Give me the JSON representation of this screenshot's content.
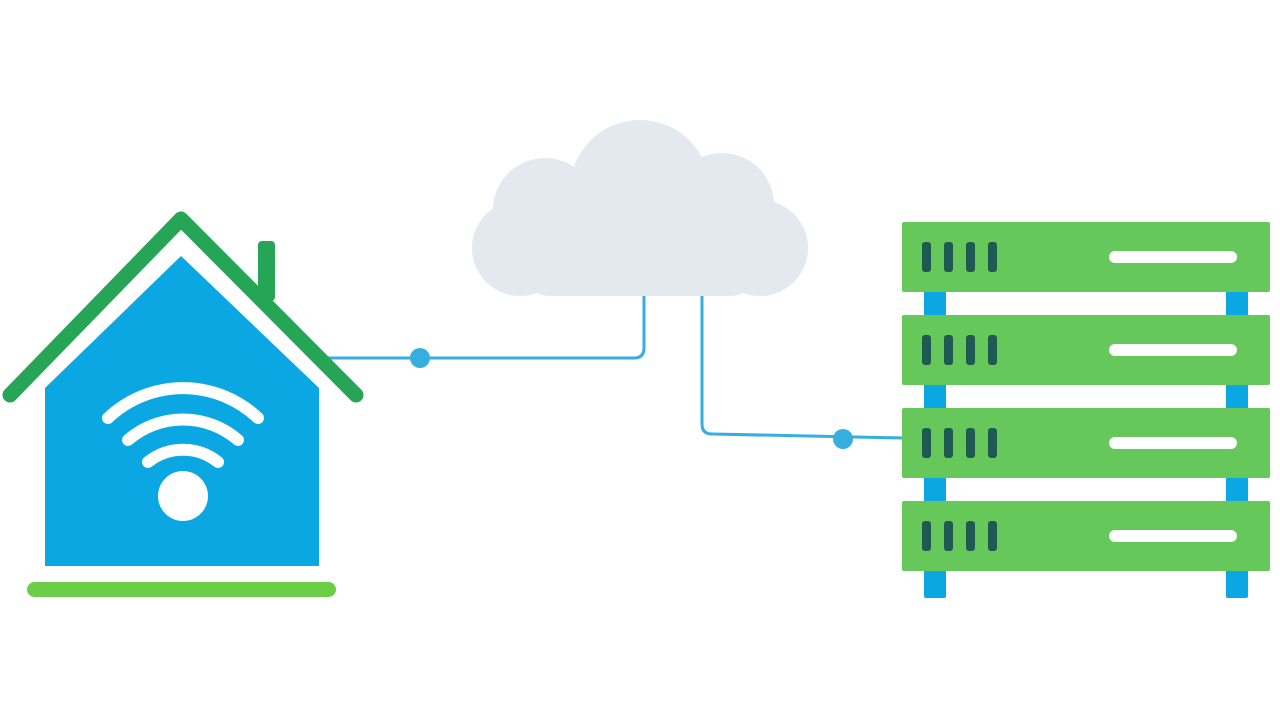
{
  "diagram": {
    "nodes": [
      {
        "id": "home",
        "icon": "house-wifi-icon"
      },
      {
        "id": "cloud",
        "icon": "cloud-icon"
      },
      {
        "id": "servers",
        "icon": "server-rack-icon",
        "units": 4
      }
    ],
    "connections": [
      {
        "from": "home",
        "to": "cloud"
      },
      {
        "from": "cloud",
        "to": "servers"
      }
    ],
    "colors": {
      "background": "#ffffff",
      "house_body": "#0aa7e2",
      "roof": "#27a556",
      "ground": "#6ccd47",
      "wifi": "#ffffff",
      "cloud": "#e3e9ef",
      "link": "#36aee0",
      "server_unit": "#66c85a",
      "server_vents": "#1e5a52",
      "server_led": "#ffffff",
      "rack_post": "#0aa7e2"
    }
  }
}
